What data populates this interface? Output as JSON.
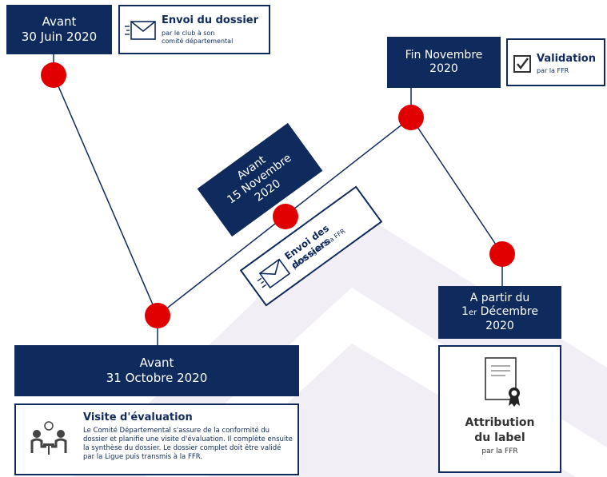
{
  "milestones": [
    {
      "date": "Avant\n30 Juin 2020",
      "title": "Envoi du dossier",
      "desc": "par le club à son\ncomité départemental",
      "icon": "envelope-icon"
    },
    {
      "date": "Avant\n31 Octobre 2020",
      "title": "Visite d'évaluation",
      "desc": "Le Comité Départemental s'assure de la conformité du dossier et planifie une visite d'évaluation. Il complète ensuite la synthèse du dossier. Le dossier complet doit être validé par la Ligue puis transmis à la FFR.",
      "icon": "meeting-icon"
    },
    {
      "date": "Avant\n15 Novembre\n2020",
      "title": "Envoi des dossiers",
      "desc": "par la ligue à la FFR",
      "icon": "envelope-icon"
    },
    {
      "date": "Fin Novembre\n2020",
      "title": "Validation",
      "desc": "par la FFR",
      "icon": "checkbox-icon"
    },
    {
      "date_line1": "A partir du",
      "date_prefix": "1",
      "date_sup": "er",
      "date_rest": " Décembre",
      "date_line3": "2020",
      "title": "Attribution\ndu label",
      "desc": "par la FFR",
      "icon": "certificate-icon"
    }
  ],
  "colors": {
    "navy": "#0f2a5c",
    "dot": "#e00000",
    "watermark": "#ece9f1"
  }
}
